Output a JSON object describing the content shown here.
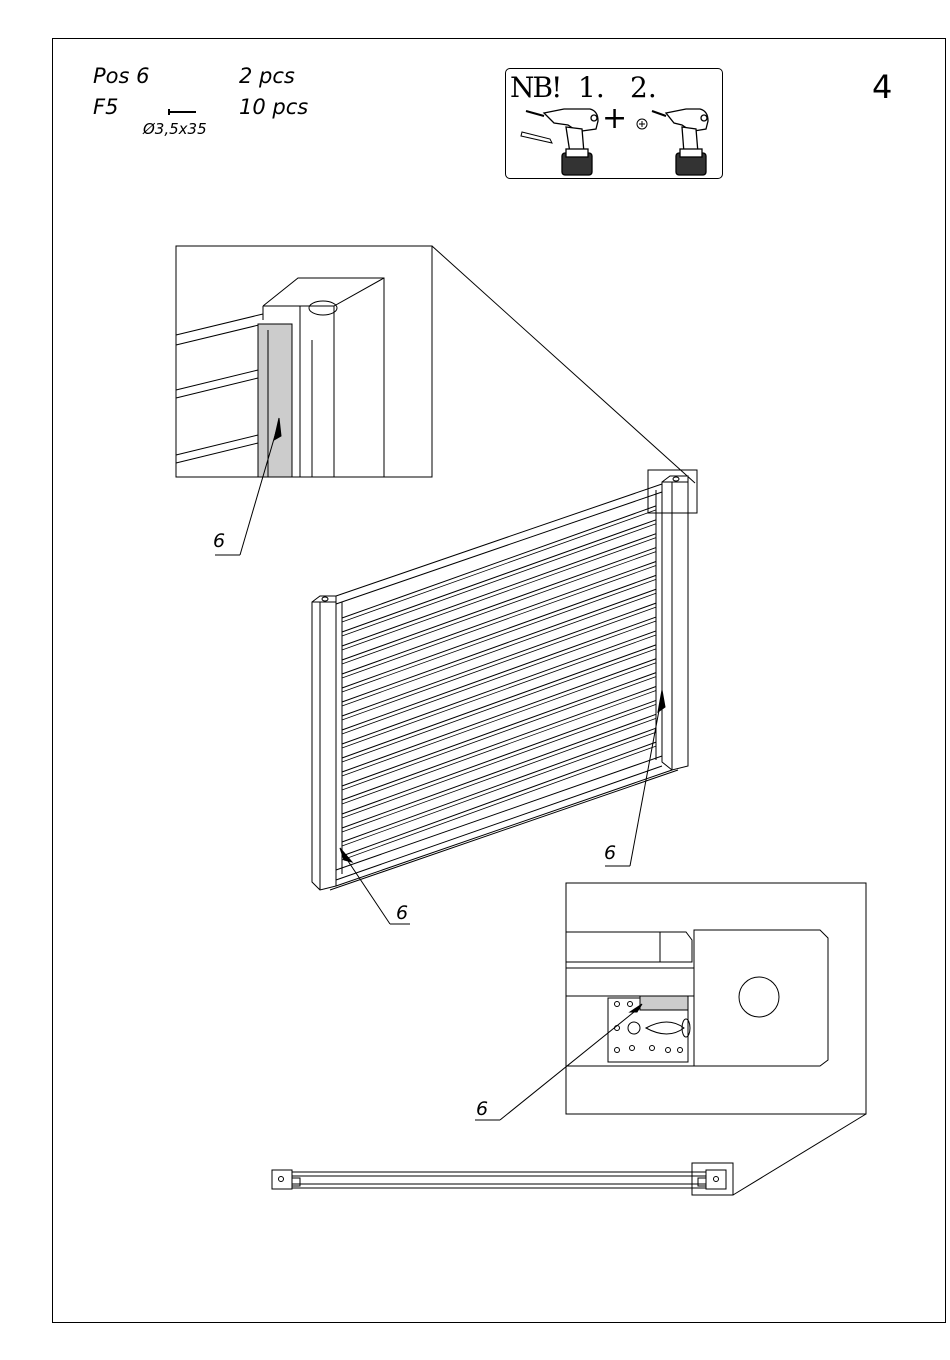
{
  "parts": {
    "row1_pos": "Pos 6",
    "row1_qty": "2 pcs",
    "row2_code": "F5",
    "row2_qty": "10 pcs",
    "screw_size": "Ø3,5x35"
  },
  "step_number": "4",
  "nb_panel": {
    "title": "NB!",
    "step1": "1.",
    "step2": "2.",
    "plus": "+"
  },
  "callouts": {
    "top_detail": "6",
    "right_post": "6",
    "left_bottom": "6",
    "bottom_detail": "6"
  }
}
